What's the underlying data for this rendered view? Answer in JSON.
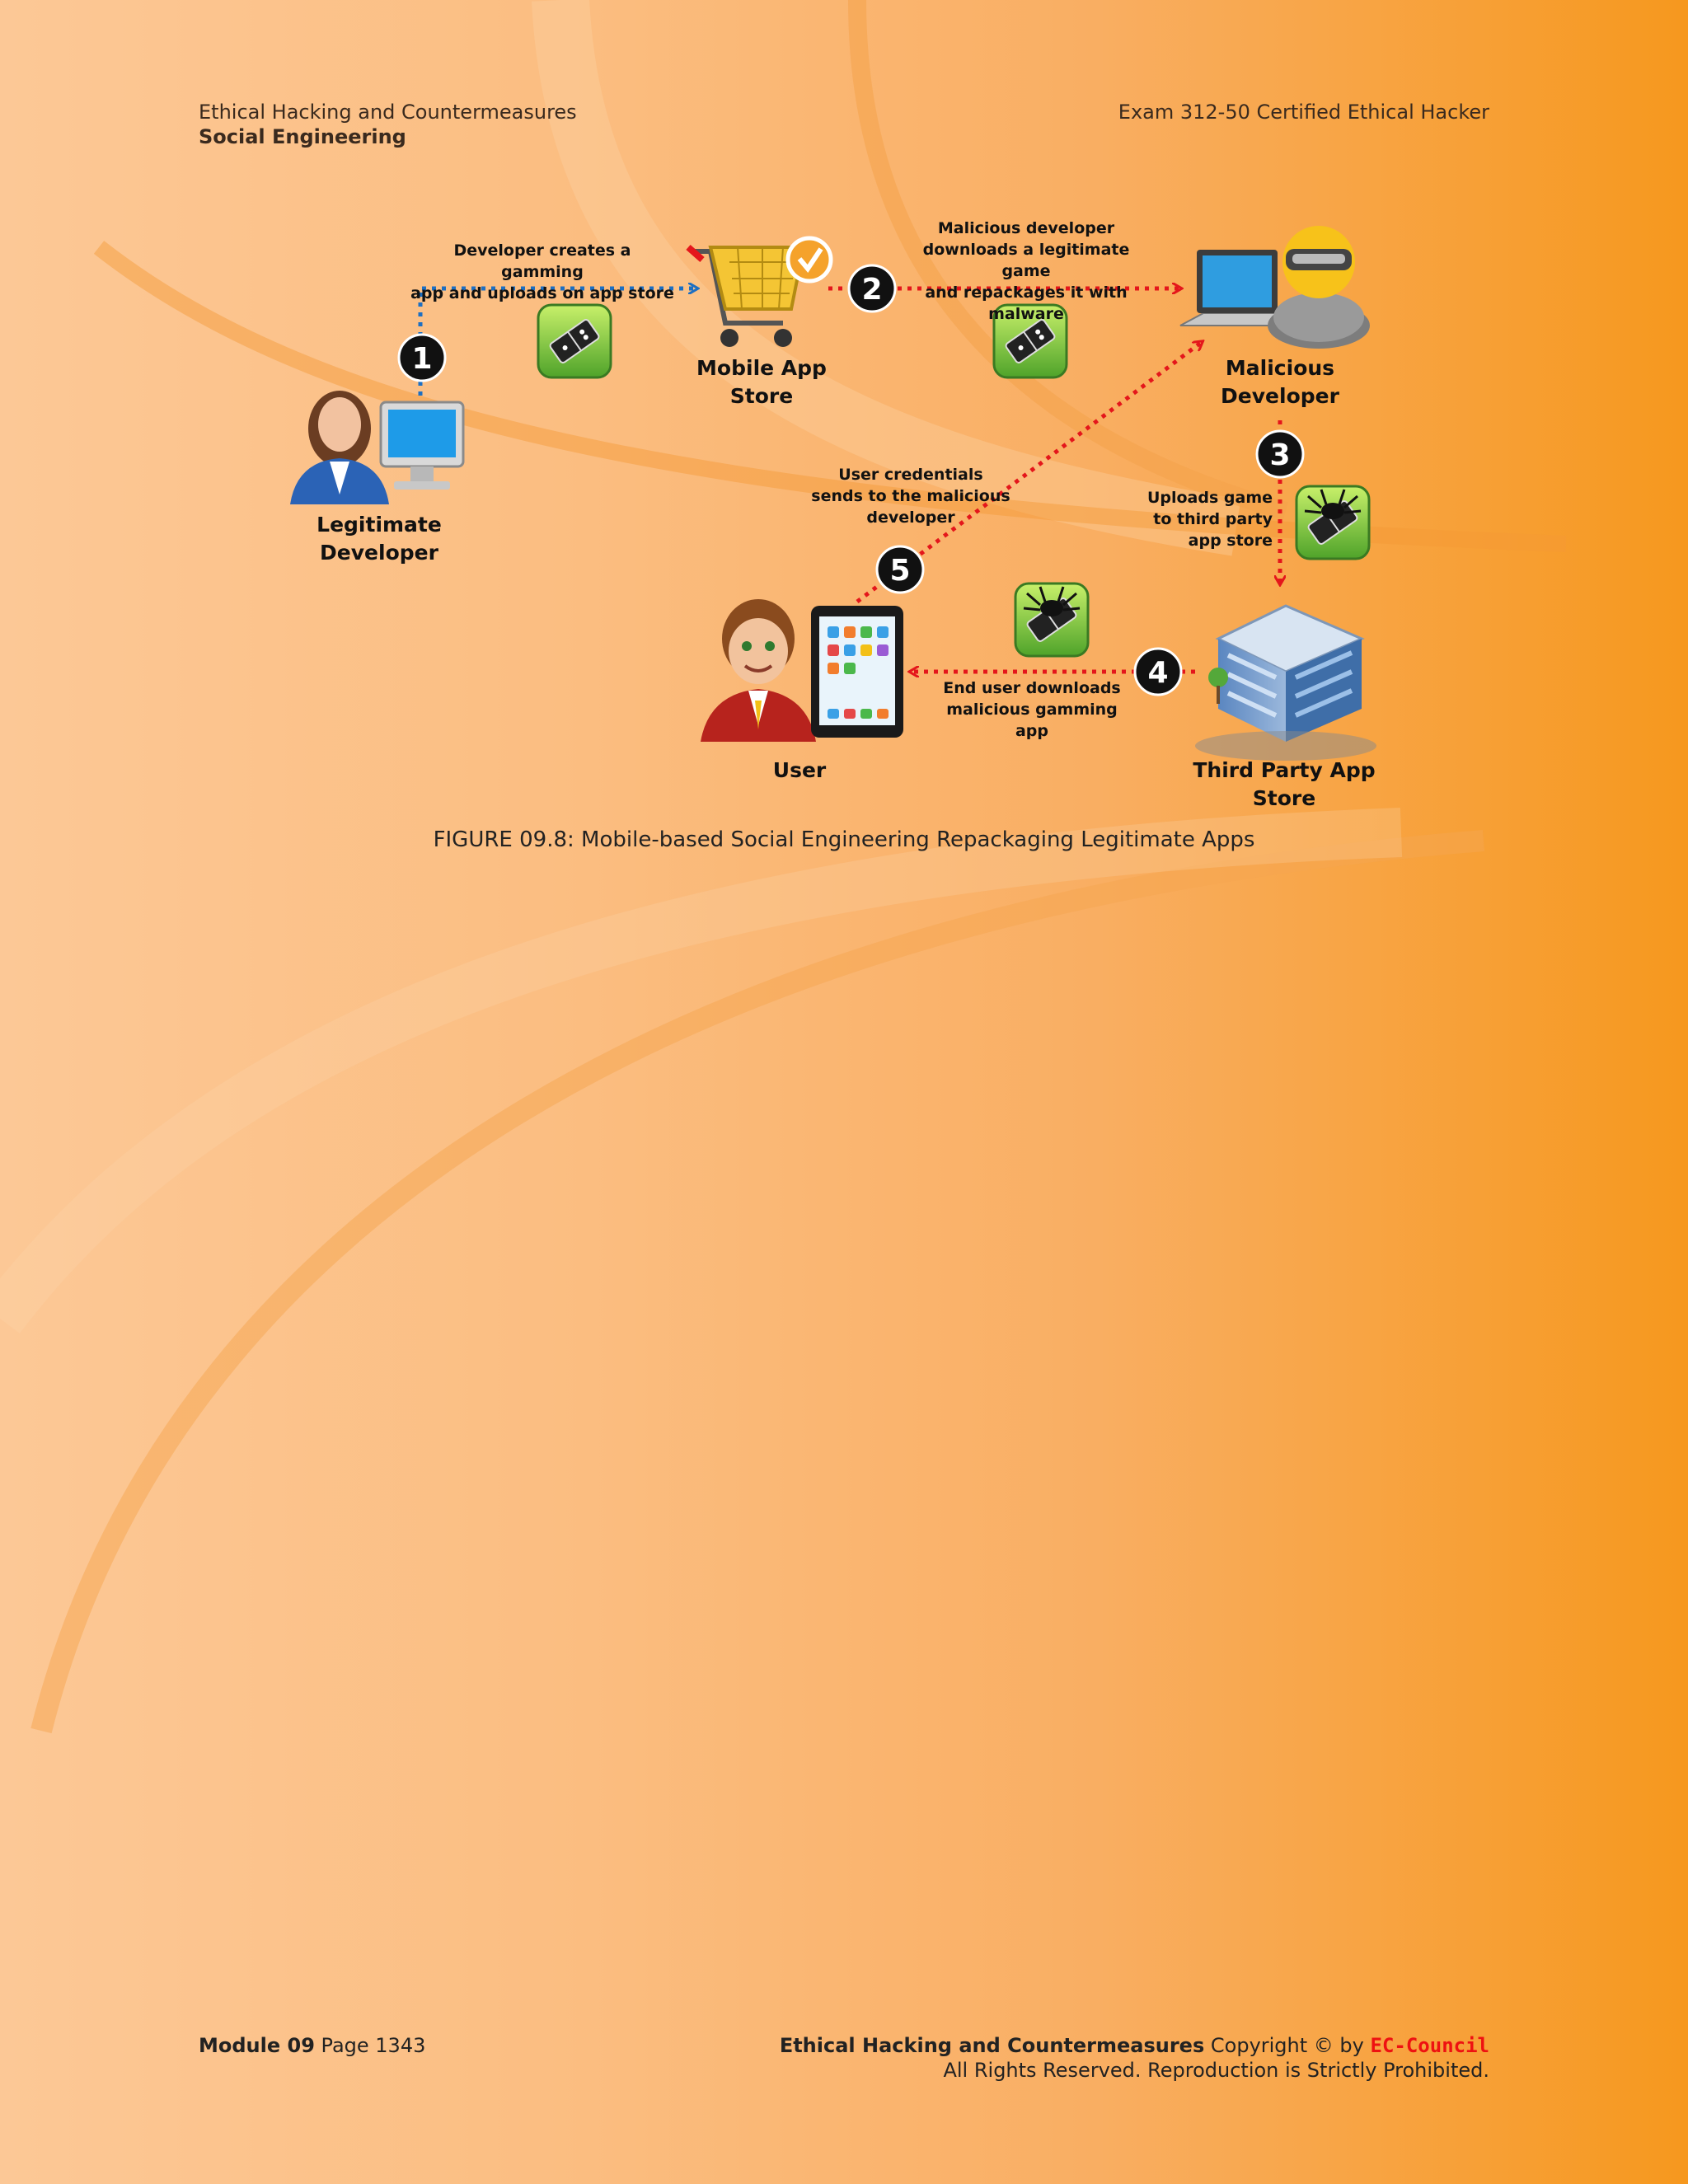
{
  "header": {
    "course": "Ethical Hacking and Countermeasures",
    "module_title": "Social Engineering",
    "exam": "Exam 312-50 Certified Ethical Hacker"
  },
  "diagram": {
    "nodes": {
      "legit_dev": "Legitimate\nDeveloper",
      "mobile_store": "Mobile App\nStore",
      "malicious_dev": "Malicious\nDeveloper",
      "third_party": "Third Party App\nStore",
      "user": "User"
    },
    "steps": [
      {
        "num": "1",
        "text": "Developer creates a gamming\napp and uploads on app store"
      },
      {
        "num": "2",
        "text": "Malicious developer\ndownloads a legitimate game\nand repackages it with malware"
      },
      {
        "num": "3",
        "text": "Uploads game\nto third party\napp store"
      },
      {
        "num": "4",
        "text": "End user downloads\nmalicious gamming app"
      },
      {
        "num": "5",
        "text": "User credentials\nsends to the malicious\ndeveloper"
      }
    ]
  },
  "caption": "FIGURE 09.8: Mobile-based Social Engineering Repackaging Legitimate Apps",
  "footer": {
    "module": "Module 09",
    "page": "Page 1343",
    "course_bold": "Ethical Hacking and Countermeasures",
    "copyright": "Copyright © by",
    "brand": "EC-Council",
    "rights": "All Rights Reserved. Reproduction is Strictly Prohibited."
  }
}
